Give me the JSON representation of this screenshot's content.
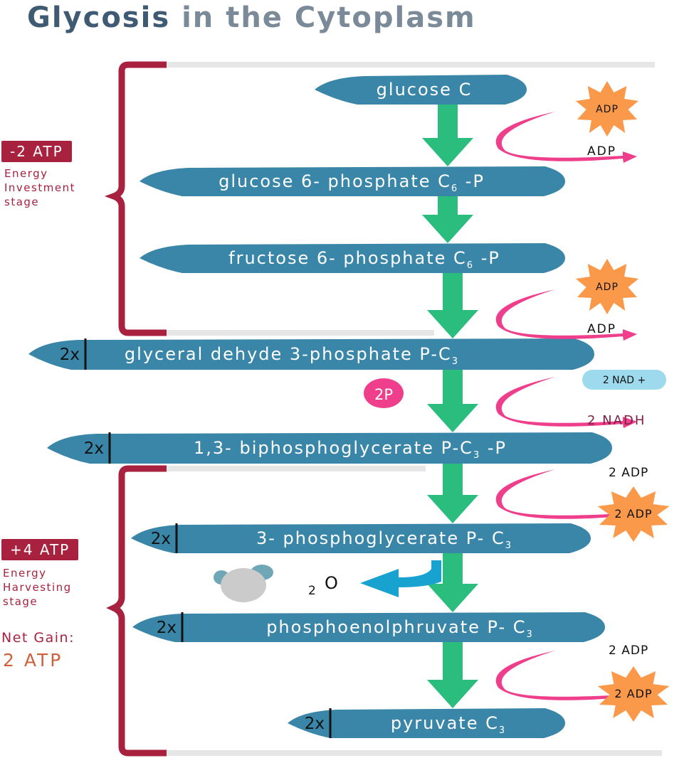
{
  "title": {
    "part1": "Glycosis",
    "part2": "in the Cytoplasm"
  },
  "colors": {
    "pill": "#3a86a8",
    "arrow_green": "#2bbd7e",
    "brace": "#a8223f",
    "rail": "#e6e6e6",
    "pink": "#ef3f8c",
    "burst": "#fb994a",
    "nad": "#9edaed",
    "water_arrow": "#17a2cf",
    "nadh_text": "#7a1f45",
    "net_value": "#d0603a"
  },
  "stages": {
    "investment": {
      "badge": "-2 ATP",
      "caption": [
        "Energy",
        "Investment",
        "stage"
      ]
    },
    "harvesting": {
      "badge": "+4 ATP",
      "caption": [
        "Energy",
        "Harvesting",
        "stage"
      ]
    },
    "net_gain": {
      "label": "Net Gain:",
      "value": "2 ATP"
    }
  },
  "steps": [
    {
      "name": "glucose",
      "text": "glucose  C",
      "sub": "",
      "suffix": "",
      "multiplier": ""
    },
    {
      "name": "glucose-6-phosphate",
      "text": "glucose  6- phosphate  C",
      "sub": "6",
      "suffix": " -P",
      "multiplier": ""
    },
    {
      "name": "fructose-6-phosphate",
      "text": "fructose  6- phosphate  C",
      "sub": "6",
      "suffix": " -P",
      "multiplier": ""
    },
    {
      "name": "glyceraldehyde-3-phosphate",
      "text": "glyceral dehyde  3-phosphate  P-C",
      "sub": "3",
      "suffix": "",
      "multiplier": "2x"
    },
    {
      "name": "1-3-biphosphoglycerate",
      "text": "1,3- biphosphoglycerate  P-C",
      "sub": "3",
      "suffix": " -P",
      "multiplier": "2x"
    },
    {
      "name": "3-phosphoglycerate",
      "text": "3- phosphoglycerate  P- C",
      "sub": "3",
      "suffix": "",
      "multiplier": "2x"
    },
    {
      "name": "phosphoenolpyruvate",
      "text": "phosphoenolphruvate  P- C",
      "sub": "3",
      "suffix": "",
      "multiplier": "2x"
    },
    {
      "name": "pyruvate",
      "text": "pyruvate  C",
      "sub": "3",
      "suffix": "",
      "multiplier": "2x"
    }
  ],
  "side_reactions": {
    "r1": {
      "input": "ADP",
      "output": "ADP"
    },
    "r2": {
      "input": "ADP",
      "output": "ADP"
    },
    "r3": {
      "input": "2 NAD +",
      "output": "2 NADH",
      "phosphate": "2P"
    },
    "r4": {
      "input": "2 ADP",
      "output": "2 ADP"
    },
    "r5": {
      "input": "2 ADP",
      "output": "2 ADP"
    },
    "water": {
      "subscript": "2",
      "label": "O"
    }
  }
}
